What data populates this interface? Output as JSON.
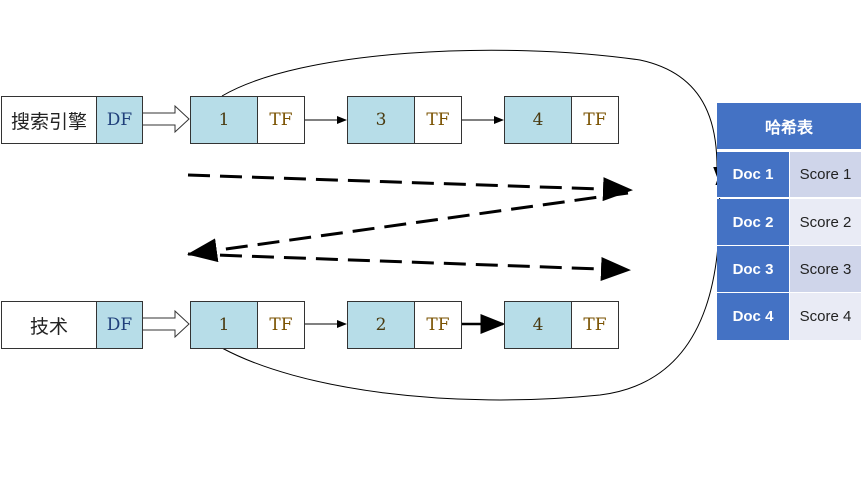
{
  "rows": [
    {
      "term": "搜索引擎",
      "df": "DF",
      "postings": [
        {
          "doc": "1",
          "tf": "TF"
        },
        {
          "doc": "3",
          "tf": "TF"
        },
        {
          "doc": "4",
          "tf": "TF"
        }
      ]
    },
    {
      "term": "技术",
      "df": "DF",
      "postings": [
        {
          "doc": "1",
          "tf": "TF"
        },
        {
          "doc": "2",
          "tf": "TF"
        },
        {
          "doc": "4",
          "tf": "TF"
        }
      ]
    }
  ],
  "hash_table": {
    "title": "哈希表",
    "entries": [
      {
        "doc": "Doc 1",
        "score": "Score 1"
      },
      {
        "doc": "Doc 2",
        "score": "Score 2"
      },
      {
        "doc": "Doc 3",
        "score": "Score 3"
      },
      {
        "doc": "Doc 4",
        "score": "Score 4"
      }
    ]
  },
  "colors": {
    "header": "#4472c4",
    "node": "#b7dde8",
    "score_dark": "#cfd5ea",
    "score_light": "#e9ebf5"
  }
}
